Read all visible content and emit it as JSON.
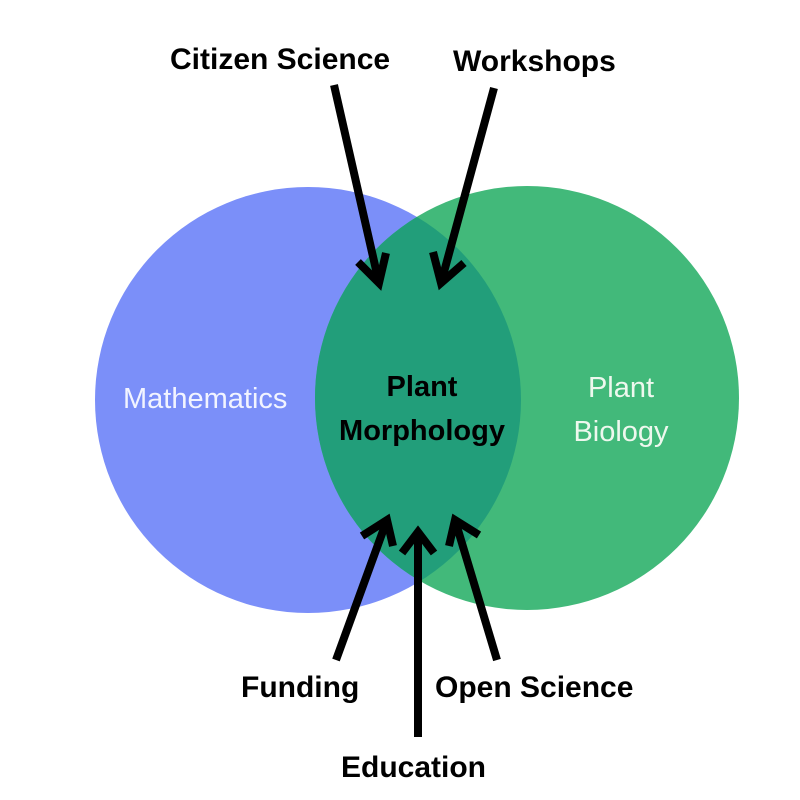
{
  "diagram": {
    "type": "venn",
    "sets": [
      {
        "id": "math",
        "label": "Mathematics",
        "color": "#7b8ff9",
        "text_color": "#f2f4ff"
      },
      {
        "id": "biology",
        "label_lines": [
          "Plant",
          "Biology"
        ],
        "color": "#42b97a",
        "text_color": "#eef8ee"
      }
    ],
    "intersection": {
      "label_lines": [
        "Plant",
        "Morphology"
      ],
      "color": "#229e7a",
      "text_color": "#000000"
    },
    "inputs": [
      {
        "id": "citizen_science",
        "label": "Citizen Science",
        "direction": "from-top"
      },
      {
        "id": "workshops",
        "label": "Workshops",
        "direction": "from-top"
      },
      {
        "id": "funding",
        "label": "Funding",
        "direction": "from-bottom"
      },
      {
        "id": "education",
        "label": "Education",
        "direction": "from-bottom"
      },
      {
        "id": "open_science",
        "label": "Open Science",
        "direction": "from-bottom"
      }
    ],
    "arrow_color": "#000000"
  }
}
